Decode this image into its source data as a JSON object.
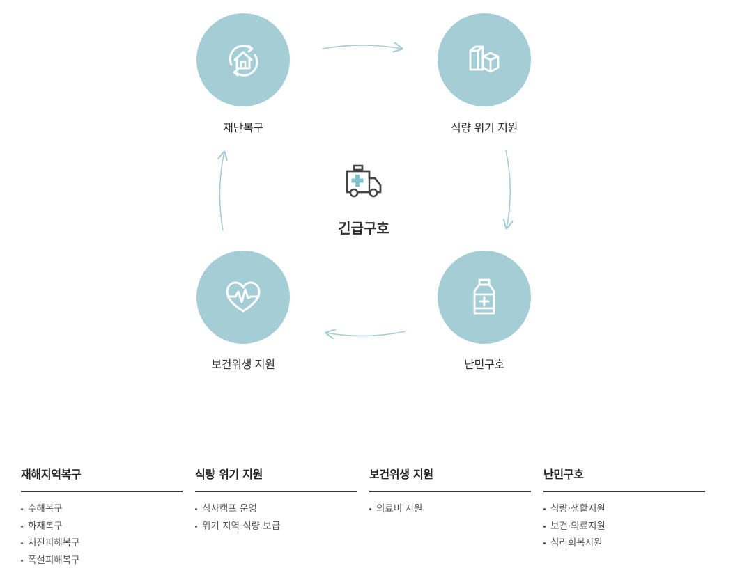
{
  "diagram": {
    "center_label": "긴급구호",
    "nodes": [
      {
        "label": "재난복구",
        "icon": "house-recovery-icon"
      },
      {
        "label": "식량 위기 지원",
        "icon": "boxes-icon"
      },
      {
        "label": "난민구호",
        "icon": "medicine-bottle-icon"
      },
      {
        "label": "보건위생 지원",
        "icon": "heart-pulse-icon"
      }
    ],
    "center_icon": "ambulance-icon",
    "colors": {
      "circle": "#a5cdd6",
      "arrow": "#a5cdd6",
      "icon": "#ffffff",
      "accent": "#7fc0cd"
    }
  },
  "columns": [
    {
      "title": "재해지역복구",
      "items": [
        "수해복구",
        "화재복구",
        "지진피해복구",
        "폭설피해복구"
      ]
    },
    {
      "title": "식량 위기 지원",
      "items": [
        "식사캠프 운영",
        "위기 지역 식량 보급"
      ]
    },
    {
      "title": "보건위생 지원",
      "items": [
        "의료비 지원"
      ]
    },
    {
      "title": "난민구호",
      "items": [
        "식량·생활지원",
        "보건·의료지원",
        "심리회복지원"
      ]
    }
  ]
}
